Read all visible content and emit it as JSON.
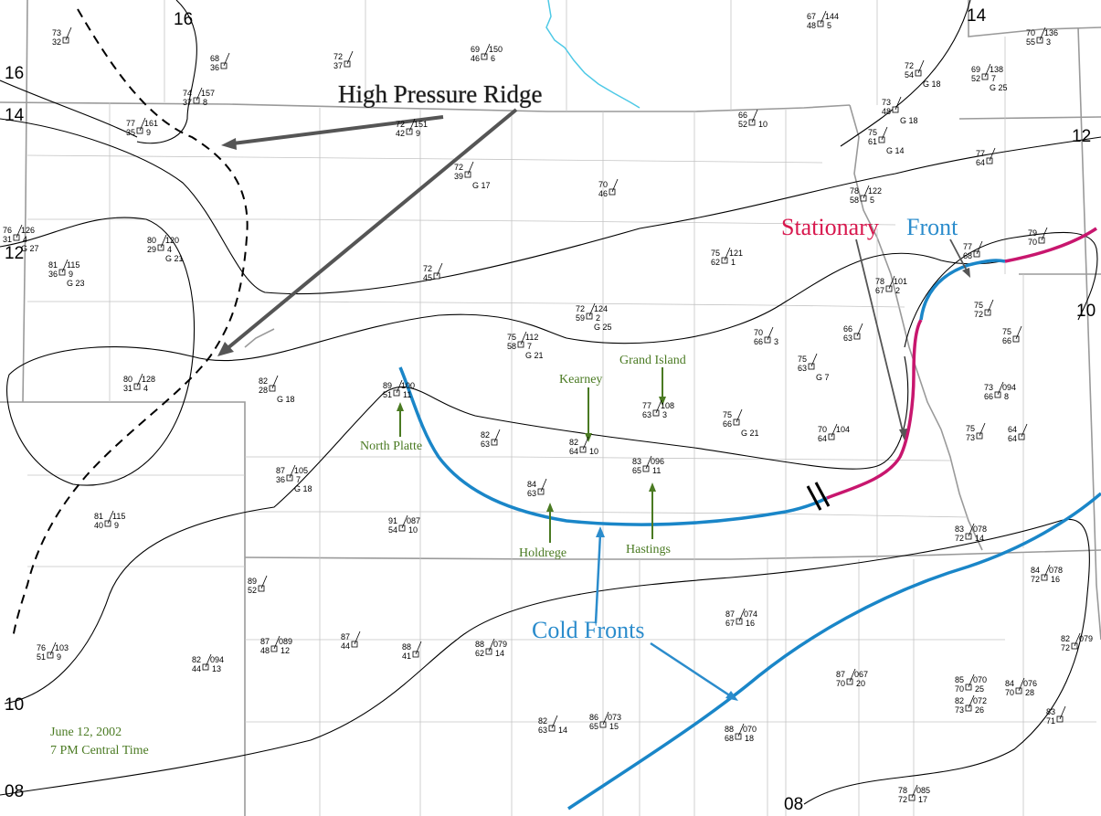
{
  "annotations": {
    "high_pressure_ridge": "High Pressure Ridge",
    "stationary_front_word1": "Stationary",
    "stationary_front_word2": "Front",
    "cold_fronts": "Cold Fronts"
  },
  "cities": {
    "north_platte": "North Platte",
    "kearney": "Kearney",
    "grand_island": "Grand Island",
    "holdrege": "Holdrege",
    "hastings": "Hastings"
  },
  "date_stamp": {
    "date": "June 12, 2002",
    "time": "7 PM Central Time"
  },
  "isobar_labels": [
    "16",
    "14",
    "12",
    "10",
    "08"
  ],
  "colors": {
    "cold_front": "#1a86c8",
    "stationary_red": "#c8166e",
    "annotation_green": "#4a7a22",
    "annotation_blue": "#2b8ccc",
    "stationary_text_red": "#d8184e",
    "river": "#4ec9e6"
  },
  "stations": [
    {
      "id": "s01",
      "t": "73",
      "d": "32"
    },
    {
      "id": "s02",
      "t": "68",
      "d": "36"
    },
    {
      "id": "s03",
      "t": "72",
      "d": "37"
    },
    {
      "id": "s04",
      "t": "69",
      "d": "46",
      "p": "150",
      "w": "6"
    },
    {
      "id": "s05",
      "t": "67",
      "d": "48",
      "p": "144",
      "w": "5"
    },
    {
      "id": "s06",
      "t": "74",
      "d": "37",
      "p": "157",
      "w": "8"
    },
    {
      "id": "s07",
      "t": "77",
      "d": "35",
      "p": "161",
      "w": "9"
    },
    {
      "id": "s08",
      "t": "72",
      "d": "42",
      "p": "151",
      "w": "9"
    },
    {
      "id": "s09",
      "t": "72",
      "d": "39",
      "g": "G 17"
    },
    {
      "id": "s10",
      "t": "70",
      "d": "46"
    },
    {
      "id": "s11",
      "t": "66",
      "d": "52",
      "w": "10"
    },
    {
      "id": "s12",
      "t": "72",
      "d": "54",
      "g": "G 18"
    },
    {
      "id": "s13",
      "t": "69",
      "d": "52",
      "p": "138",
      "w": "7",
      "g": "G 25"
    },
    {
      "id": "s14",
      "t": "70",
      "d": "55",
      "p": "136",
      "w": "3"
    },
    {
      "id": "s15",
      "t": "73",
      "d": "48",
      "g": "G 18"
    },
    {
      "id": "s16",
      "t": "75",
      "d": "61",
      "g": "G 14"
    },
    {
      "id": "s17",
      "t": "77",
      "d": "64"
    },
    {
      "id": "s18",
      "t": "78",
      "d": "58",
      "p": "122",
      "w": "5"
    },
    {
      "id": "s19",
      "t": "76",
      "d": "31",
      "p": "126",
      "w": "4",
      "g": "G 27"
    },
    {
      "id": "s20",
      "t": "80",
      "d": "29",
      "p": "120",
      "w": "4",
      "g": "G 21"
    },
    {
      "id": "s21",
      "t": "81",
      "d": "36",
      "p": "115",
      "w": "9",
      "g": "G 23"
    },
    {
      "id": "s22",
      "t": "72",
      "d": "45"
    },
    {
      "id": "s23",
      "t": "75",
      "d": "62",
      "p": "121",
      "w": "1"
    },
    {
      "id": "s24",
      "t": "77",
      "d": "68"
    },
    {
      "id": "s25",
      "t": "79",
      "d": "70"
    },
    {
      "id": "s26",
      "t": "78",
      "d": "67",
      "p": "101",
      "w": "2"
    },
    {
      "id": "s27",
      "t": "72",
      "d": "59",
      "p": "124",
      "w": "2",
      "g": "G 25"
    },
    {
      "id": "s28",
      "t": "75",
      "d": "58",
      "p": "112",
      "w": "7",
      "g": "G 21"
    },
    {
      "id": "s29",
      "t": "70",
      "d": "66",
      "w": "3"
    },
    {
      "id": "s30",
      "t": "66",
      "d": "63"
    },
    {
      "id": "s31",
      "t": "75",
      "d": "72"
    },
    {
      "id": "s32",
      "t": "75",
      "d": "66"
    },
    {
      "id": "s33",
      "t": "80",
      "d": "31",
      "p": "128",
      "w": "4"
    },
    {
      "id": "s34",
      "t": "82",
      "d": "28",
      "g": "G 18"
    },
    {
      "id": "s35",
      "t": "89",
      "d": "51",
      "p": "100",
      "w": "11"
    },
    {
      "id": "s36",
      "t": "75",
      "d": "63",
      "g": "G 7"
    },
    {
      "id": "s37",
      "t": "77",
      "d": "63",
      "p": "108",
      "w": "3"
    },
    {
      "id": "s38",
      "t": "75",
      "d": "66",
      "g": "G 21"
    },
    {
      "id": "s39",
      "t": "70",
      "d": "64",
      "p": "104"
    },
    {
      "id": "s40",
      "t": "73",
      "d": "66",
      "p": "094",
      "w": "8"
    },
    {
      "id": "s41",
      "t": "75",
      "d": "73"
    },
    {
      "id": "s42",
      "t": "64",
      "d": "64"
    },
    {
      "id": "s43",
      "t": "82",
      "d": "63"
    },
    {
      "id": "s44",
      "t": "82",
      "d": "64",
      "w": "10"
    },
    {
      "id": "s45",
      "t": "83",
      "d": "65",
      "p": "096",
      "w": "11"
    },
    {
      "id": "s46",
      "t": "87",
      "d": "36",
      "p": "105",
      "w": "7",
      "g": "G 18"
    },
    {
      "id": "s47",
      "t": "84",
      "d": "63"
    },
    {
      "id": "s48",
      "t": "81",
      "d": "40",
      "p": "115",
      "w": "9"
    },
    {
      "id": "s49",
      "t": "91",
      "d": "54",
      "p": "087",
      "w": "10"
    },
    {
      "id": "s50",
      "t": "83",
      "d": "72",
      "p": "078",
      "w": "14"
    },
    {
      "id": "s51",
      "t": "84",
      "d": "72",
      "p": "078",
      "w": "16"
    },
    {
      "id": "s52",
      "t": "89",
      "d": "52"
    },
    {
      "id": "s53",
      "t": "87",
      "d": "48",
      "p": "089",
      "w": "12"
    },
    {
      "id": "s54",
      "t": "87",
      "d": "44"
    },
    {
      "id": "s55",
      "t": "88",
      "d": "41"
    },
    {
      "id": "s56",
      "t": "88",
      "d": "62",
      "p": "079",
      "w": "14"
    },
    {
      "id": "s57",
      "t": "87",
      "d": "67",
      "p": "074",
      "w": "16"
    },
    {
      "id": "s58",
      "t": "76",
      "d": "51",
      "p": "103",
      "w": "9"
    },
    {
      "id": "s59",
      "t": "82",
      "d": "44",
      "p": "094",
      "w": "13"
    },
    {
      "id": "s60",
      "t": "87",
      "d": "70",
      "p": "067",
      "w": "20"
    },
    {
      "id": "s61",
      "t": "85",
      "d": "70",
      "p": "070",
      "w": "25"
    },
    {
      "id": "s62",
      "t": "82",
      "d": "73",
      "p": "072",
      "w": "26"
    },
    {
      "id": "s63",
      "t": "84",
      "d": "70",
      "p": "076",
      "w": "28"
    },
    {
      "id": "s64",
      "t": "82",
      "d": "63",
      "w": "14"
    },
    {
      "id": "s65",
      "t": "86",
      "d": "65",
      "p": "073",
      "w": "15"
    },
    {
      "id": "s66",
      "t": "88",
      "d": "68",
      "p": "070",
      "w": "18"
    },
    {
      "id": "s67",
      "t": "78",
      "d": "72",
      "p": "085",
      "w": "17"
    },
    {
      "id": "s68",
      "t": "82",
      "d": "72",
      "p": "079"
    },
    {
      "id": "s69",
      "t": "83",
      "d": "71"
    }
  ]
}
